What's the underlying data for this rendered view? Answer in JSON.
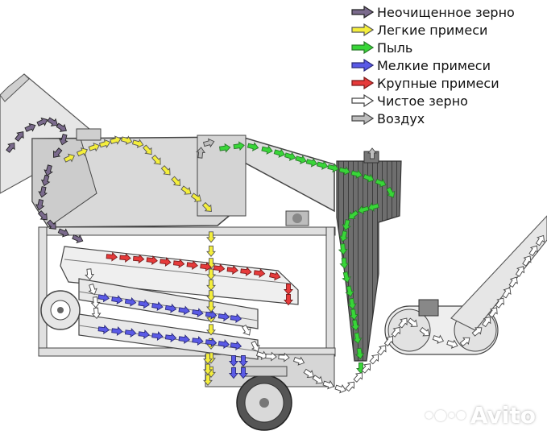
{
  "legend": [
    {
      "key": "raw",
      "label": "Неочищенное зерно",
      "color": "#7a6a8c",
      "edge": "#222222"
    },
    {
      "key": "light",
      "label": "Легкие примеси",
      "color": "#f4ee3c",
      "edge": "#555555"
    },
    {
      "key": "dust",
      "label": "Пыль",
      "color": "#38d638",
      "edge": "#2b7a2b"
    },
    {
      "key": "fine",
      "label": "Мелкие примеси",
      "color": "#5a5ae6",
      "edge": "#2a2a7a"
    },
    {
      "key": "coarse",
      "label": "Крупные примеси",
      "color": "#e63a3a",
      "edge": "#7a1a1a"
    },
    {
      "key": "clean",
      "label": "Чистое зерно",
      "color": "#ffffff",
      "edge": "#444444"
    },
    {
      "key": "air",
      "label": "Воздух",
      "color": "#bdbdbd",
      "edge": "#444444"
    }
  ],
  "colors": {
    "machine_fill": "#d9d9d9",
    "machine_edge": "#444444",
    "dark": "#555555",
    "background": "#ffffff"
  },
  "watermark": {
    "brand": "Avito",
    "icon": "avito-dots-icon"
  }
}
